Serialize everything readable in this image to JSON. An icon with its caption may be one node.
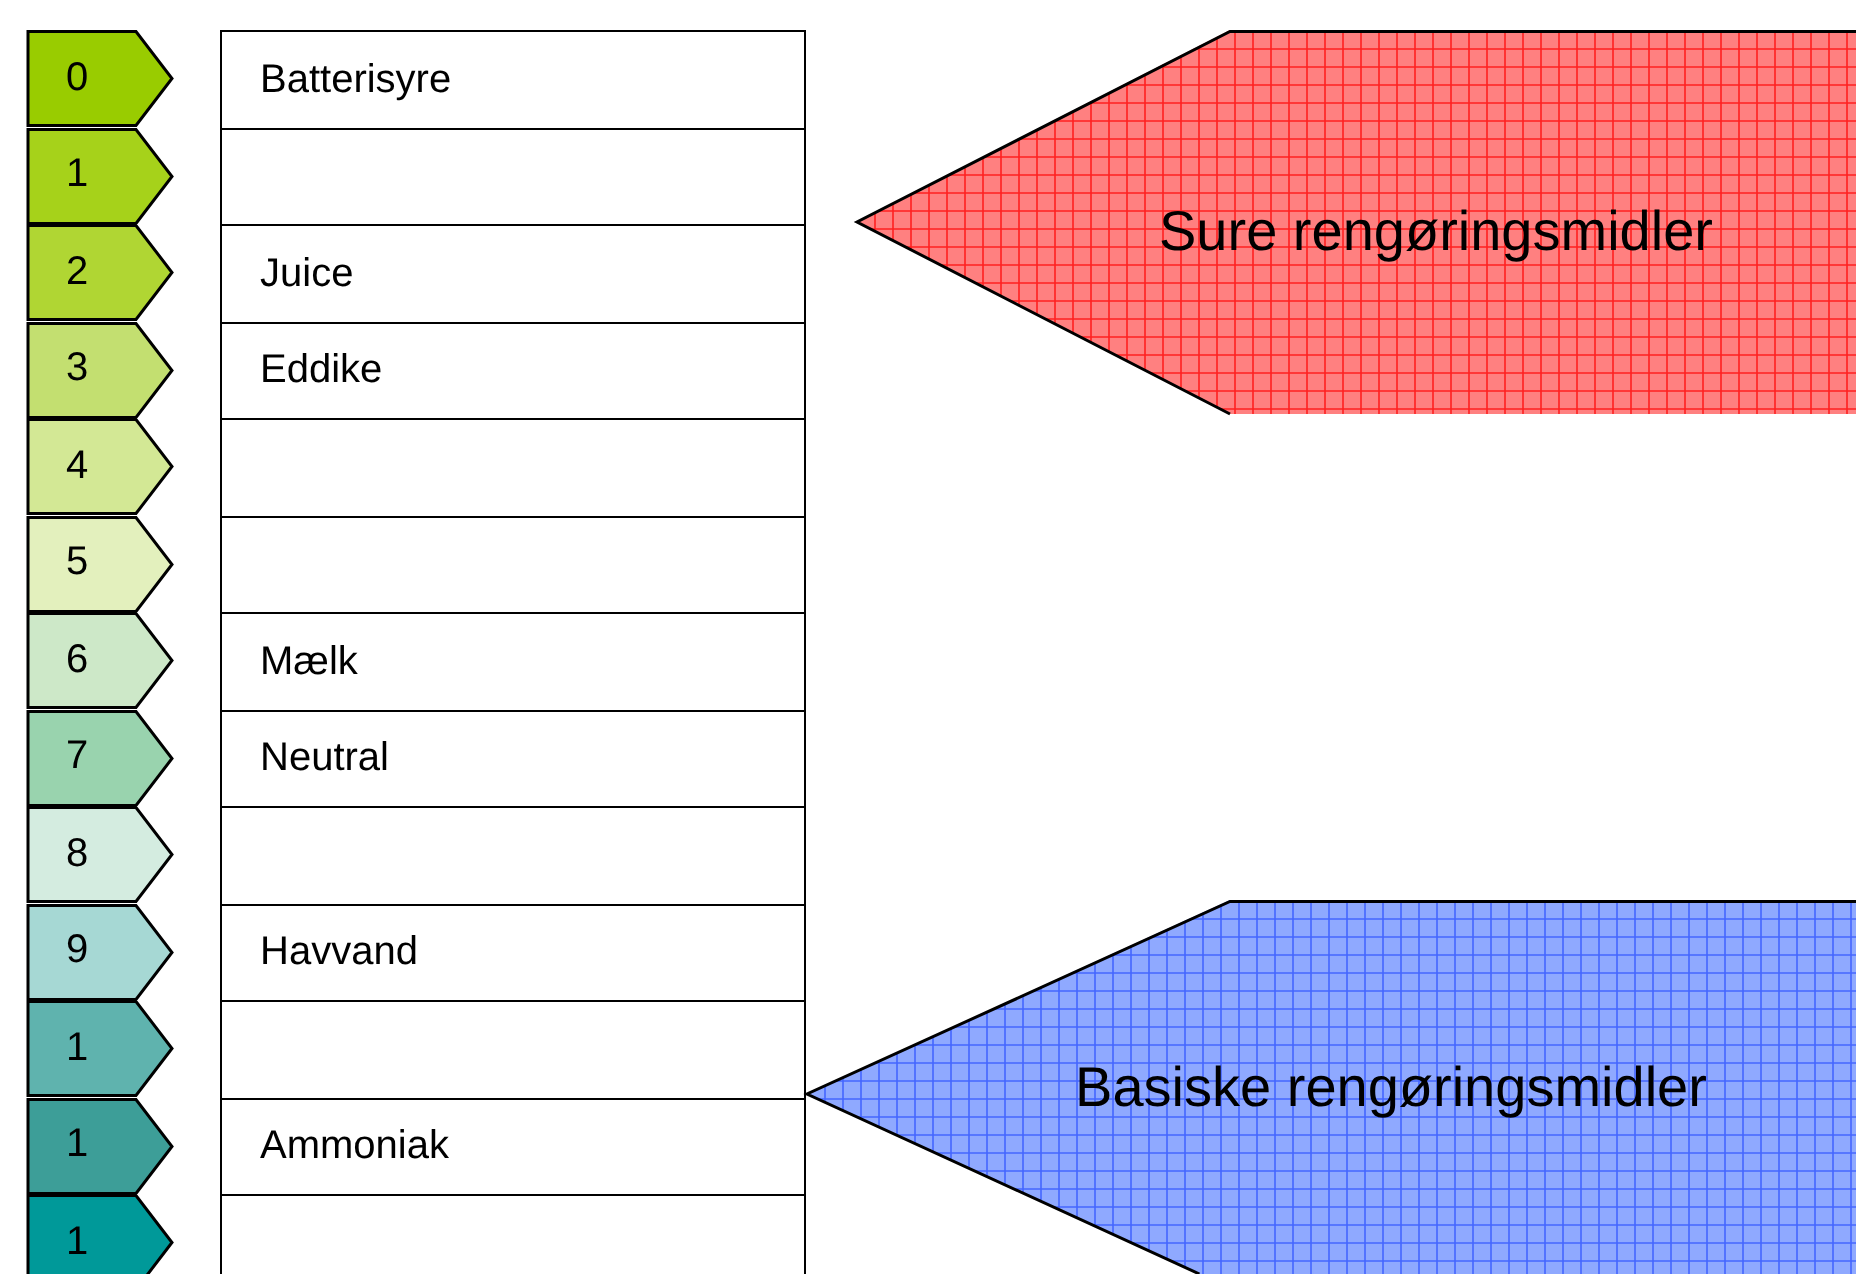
{
  "diagram": {
    "nodes": [
      {
        "text": [
          "0"
        ]
      },
      {
        "text": [
          "1"
        ]
      },
      {
        "text": [
          "2"
        ]
      },
      {
        "text": [
          "3"
        ]
      },
      {
        "text": [
          "4"
        ]
      },
      {
        "text": [
          "5"
        ]
      },
      {
        "text": [
          "6"
        ]
      },
      {
        "text": [
          "7"
        ]
      },
      {
        "text": [
          "8"
        ]
      },
      {
        "text": [
          "9"
        ]
      },
      {
        "text": [
          "1"
        ]
      },
      {
        "text": [
          "1"
        ]
      },
      {
        "text": [
          "1"
        ]
      },
      {
        "text": [
          "Batterisyre"
        ]
      },
      {
        "text": [],
        "shape": "box"
      },
      {
        "text": [
          "Juice"
        ]
      },
      {
        "text": [
          "Eddike"
        ]
      },
      {
        "text": [],
        "shape": "box"
      },
      {
        "text": [],
        "shape": "box"
      },
      {
        "text": [
          "Mælk"
        ]
      },
      {
        "text": [
          "Neutral"
        ]
      },
      {
        "text": [],
        "shape": "box"
      },
      {
        "text": [
          "Havvand"
        ]
      },
      {
        "text": [],
        "shape": "box"
      },
      {
        "text": [
          "Ammoniak"
        ]
      },
      {
        "text": [],
        "shape": "box"
      },
      {
        "text": [
          "Sure rengøringsmidler"
        ]
      },
      {
        "text": [
          "Basiske rengøringsmidler"
        ]
      }
    ]
  }
}
